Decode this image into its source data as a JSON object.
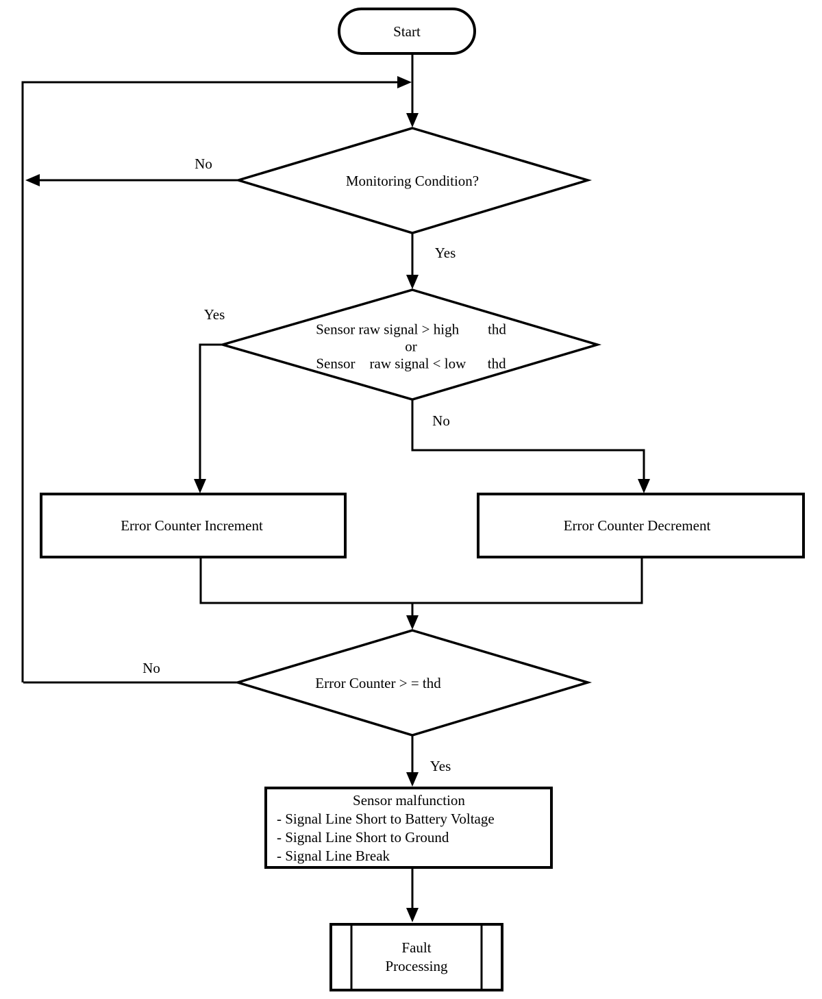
{
  "style": {
    "ink": "#000000",
    "paper": "#ffffff"
  },
  "diagram": {
    "start": {
      "label": "Start"
    },
    "decision_monitoring": {
      "label": "Monitoring Condition?",
      "no_label": "No",
      "yes_label": "Yes"
    },
    "decision_threshold": {
      "line1": "Sensor raw signal > high        thd",
      "line2": "or",
      "line3": "Sensor    raw signal < low      thd",
      "yes_label": "Yes",
      "no_label": "No"
    },
    "process_increment": {
      "label": "Error Counter Increment"
    },
    "process_decrement": {
      "label": "Error Counter Decrement"
    },
    "decision_counter": {
      "label": "Error Counter > = thd",
      "no_label": "No",
      "yes_label": "Yes"
    },
    "process_malfunction": {
      "title": "Sensor malfunction",
      "items": [
        "- Signal Line Short to Battery Voltage",
        "- Signal Line Short to Ground",
        "- Signal Line Break"
      ]
    },
    "process_fault": {
      "line1": "Fault",
      "line2": "Processing"
    }
  }
}
